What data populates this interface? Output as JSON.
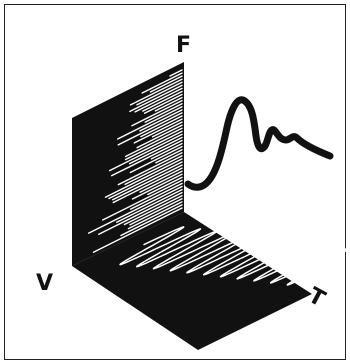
{
  "labels": {
    "f_axis": "F",
    "v_axis": "V",
    "t_axis": "T"
  },
  "colors": {
    "ink": "#111111",
    "paper": "#ffffff",
    "border": "#222222"
  }
}
